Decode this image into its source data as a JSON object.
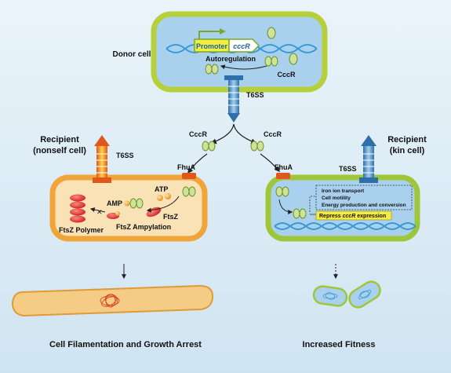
{
  "donor": {
    "title": "Donor cell",
    "promoter": "Promoter",
    "gene": "cccR",
    "autoregulation": "Autoregulation",
    "protein": "CccR"
  },
  "secretion": {
    "t6ss": "T6SS",
    "cccr_left": "CccR",
    "cccr_right": "CccR"
  },
  "nonself": {
    "title_line1": "Recipient",
    "title_line2": "(nonself cell)",
    "t6ss": "T6SS",
    "fhua": "FhuA",
    "atp": "ATP",
    "amp": "AMP",
    "ftsz": "FtsZ",
    "polymer": "FtsZ Polymer",
    "amplyation": "FtsZ Ampylation",
    "outcome": "Cell Filamentation and Growth Arrest"
  },
  "kin": {
    "title_line1": "Recipient",
    "title_line2": "(kin cell)",
    "t6ss": "T6SS",
    "fhua": "FhuA",
    "functions": [
      "Iron ion transport",
      "Cell motility",
      "Energy production and conversion"
    ],
    "repress_prefix": "Repress ",
    "repress_gene": "cccR",
    "repress_suffix": " expression",
    "outcome": "Increased Fitness"
  },
  "colors": {
    "background": "#d6e9f4",
    "donor_membrane": "#b7cf3a",
    "donor_cytoplasm": "#a9d1ee",
    "nonself_membrane": "#f0a43a",
    "nonself_cytoplasm": "#f9e3b6",
    "kin_membrane": "#9fc63b",
    "filament": "#f4cc86",
    "dna": "#3a9ad6",
    "ftsz_red": "#e0262a",
    "repress_box": "#f5ec3d"
  }
}
